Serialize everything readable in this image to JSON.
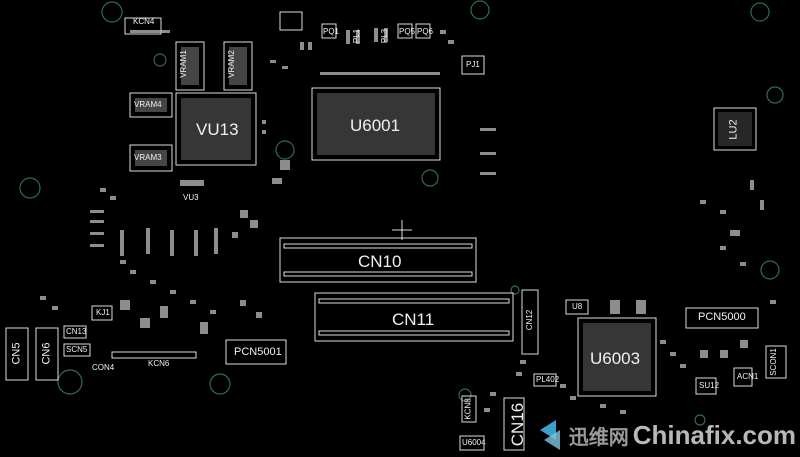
{
  "components": {
    "kcn4": "KCN4",
    "vram1": "VRAM1",
    "vram2": "VRAM2",
    "vram3": "VRAM3",
    "vram4": "VRAM4",
    "vu13": "VU13",
    "vu3": "VU3",
    "u6001": "U6001",
    "lu2": "LU2",
    "cn10": "CN10",
    "cn11": "CN11",
    "cn12": "CN12",
    "cn13": "CN13",
    "cn5": "CN5",
    "cn6": "CN6",
    "scn5": "SCN5",
    "con4": "CON4",
    "kcn6": "KCN6",
    "pcn5001": "PCN5001",
    "pcn5000": "PCN5000",
    "u6003": "U6003",
    "u8": "U8",
    "cn16": "CN16",
    "scon1": "SCON1",
    "pl402": "PL402",
    "kcn8": "KCN8",
    "u6004": "U6004",
    "acn1": "ACN1",
    "su12": "SU12",
    "kj1": "KJ1",
    "pq1": "PQ1",
    "pq5": "PQ5",
    "pq6": "PQ6",
    "pl1": "PL1",
    "pl3": "PL3",
    "pj1": "PJ1"
  },
  "watermark": {
    "cn_text": "迅维网",
    "en_text": "Chinafix.com"
  },
  "colors": {
    "background": "#000000",
    "outline": "#e0e0e0",
    "pad": "#cfcfcf",
    "accent_circle": "#1f5f4f",
    "watermark_mark": "#3aa0c8"
  }
}
